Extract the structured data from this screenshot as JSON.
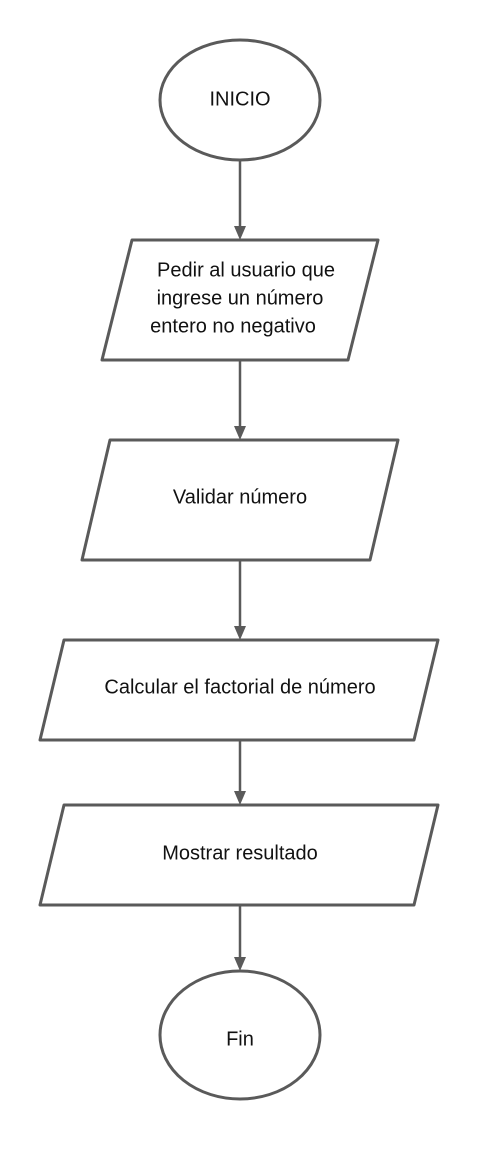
{
  "nodes": [
    {
      "id": "inicio",
      "text": "INICIO"
    },
    {
      "id": "pedir",
      "lines": [
        "Pedir al usuario que",
        "ingrese un número",
        "entero no negativo"
      ]
    },
    {
      "id": "validar",
      "text": "Validar número"
    },
    {
      "id": "calcular",
      "text": "Calcular el factorial de número"
    },
    {
      "id": "mostrar",
      "text": "Mostrar resultado"
    },
    {
      "id": "fin",
      "text": "Fin"
    }
  ],
  "edges": [
    {
      "from": "inicio",
      "to": "pedir"
    },
    {
      "from": "pedir",
      "to": "validar"
    },
    {
      "from": "validar",
      "to": "calcular"
    },
    {
      "from": "calcular",
      "to": "mostrar"
    },
    {
      "from": "mostrar",
      "to": "fin"
    }
  ],
  "colors": {
    "stroke": "#5a5a5a",
    "fill": "#ffffff",
    "text": "#111111"
  }
}
